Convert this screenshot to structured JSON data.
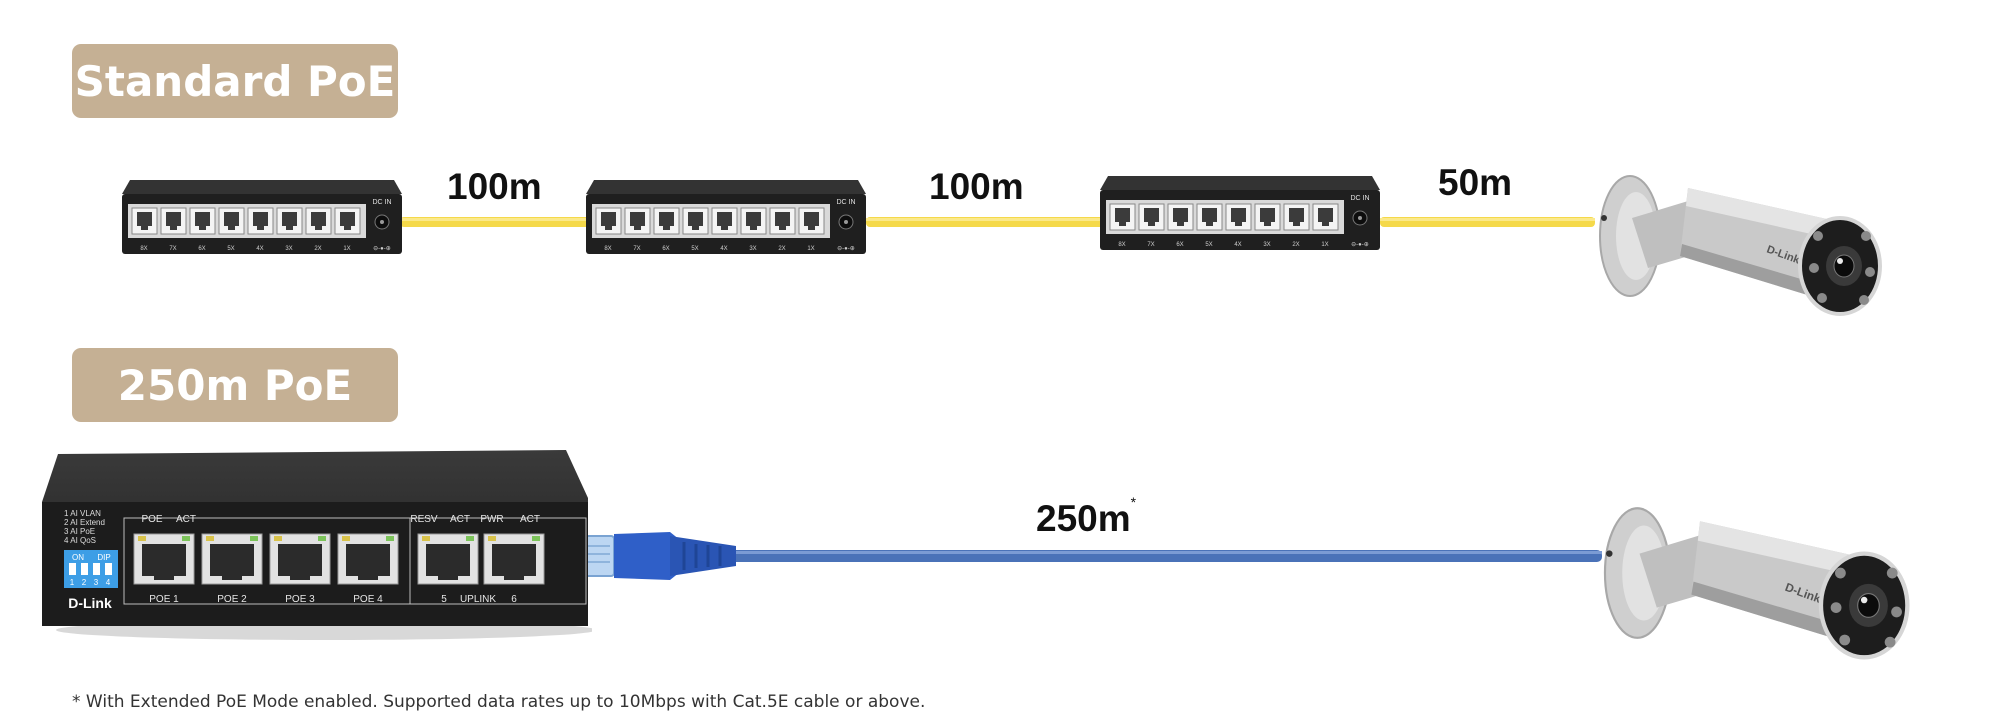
{
  "sections": [
    {
      "label": "Standard PoE",
      "segments": [
        "100m",
        "100m",
        "50m"
      ],
      "switch": {
        "power_label": "DC IN",
        "port_labels": [
          "8X",
          "7X",
          "6X",
          "5X",
          "4X",
          "3X",
          "2X",
          "1X"
        ]
      }
    },
    {
      "label": "250m PoE",
      "distance": "250m",
      "distance_note": "*",
      "switch": {
        "brand": "D-Link",
        "dip_legend": [
          "1 AI VLAN",
          "2 AI Extend",
          "3 AI PoE",
          "4 AI QoS"
        ],
        "dip_header": [
          "ON",
          "DIP"
        ],
        "dip_numbers": [
          "1",
          "2",
          "3",
          "4"
        ],
        "top_labels": [
          "POE",
          "ACT",
          "RESV",
          "ACT",
          "PWR",
          "ACT"
        ],
        "bottom_labels": [
          "POE 1",
          "POE 2",
          "POE 3",
          "POE 4",
          "5",
          "UPLINK",
          "6"
        ]
      }
    }
  ],
  "camera_brand": "D-Link",
  "footnote": "* With Extended PoE Mode enabled. Supported data rates up to 10Mbps with Cat.5E cable or above.",
  "colors": {
    "badge": "#c5b094",
    "poe_cable": "#f5d94a",
    "extended_cable": "#4a72b8",
    "connector": "#2f5fc8",
    "switch_body": "#262626"
  }
}
